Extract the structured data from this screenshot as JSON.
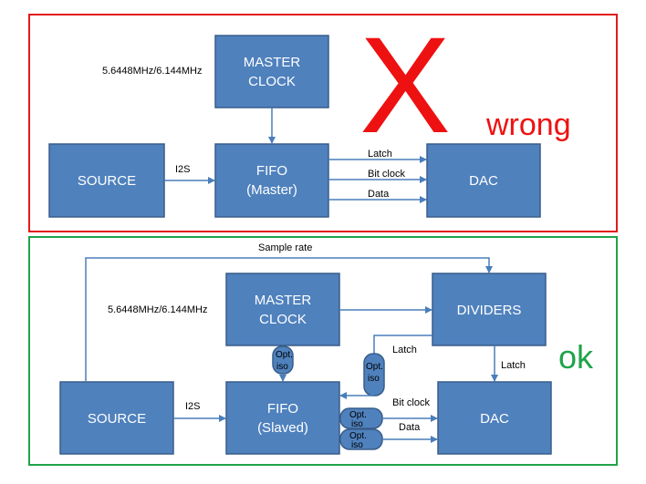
{
  "colors": {
    "box_fill": "#4F81BD",
    "box_stroke": "#385D8A",
    "arrow": "#4A7EBB",
    "wrong_frame": "#E31A1A",
    "ok_frame": "#1FA34A",
    "wrong_text": "#EE1111",
    "ok_text": "#1FA34A"
  },
  "wrong": {
    "master_clock": [
      "MASTER",
      "CLOCK"
    ],
    "clock_freq": "5.6448MHz/6.144MHz",
    "source": "SOURCE",
    "i2s": "I2S",
    "fifo": [
      "FIFO",
      "(Master)"
    ],
    "dac": "DAC",
    "latch": "Latch",
    "bit_clock": "Bit clock",
    "data": "Data",
    "x_mark": "X",
    "verdict": "wrong"
  },
  "ok": {
    "sample_rate": "Sample rate",
    "clock_freq": "5.6448MHz/6.144MHz",
    "master_clock": [
      "MASTER",
      "CLOCK"
    ],
    "dividers": "DIVIDERS",
    "source": "SOURCE",
    "i2s": "I2S",
    "fifo": [
      "FIFO",
      "(Slaved)"
    ],
    "dac": "DAC",
    "latch_a": "Latch",
    "latch_b": "Latch",
    "bit_clock": "Bit clock",
    "data": "Data",
    "opt_iso": [
      "Opt.",
      "iso"
    ],
    "verdict": "ok"
  }
}
